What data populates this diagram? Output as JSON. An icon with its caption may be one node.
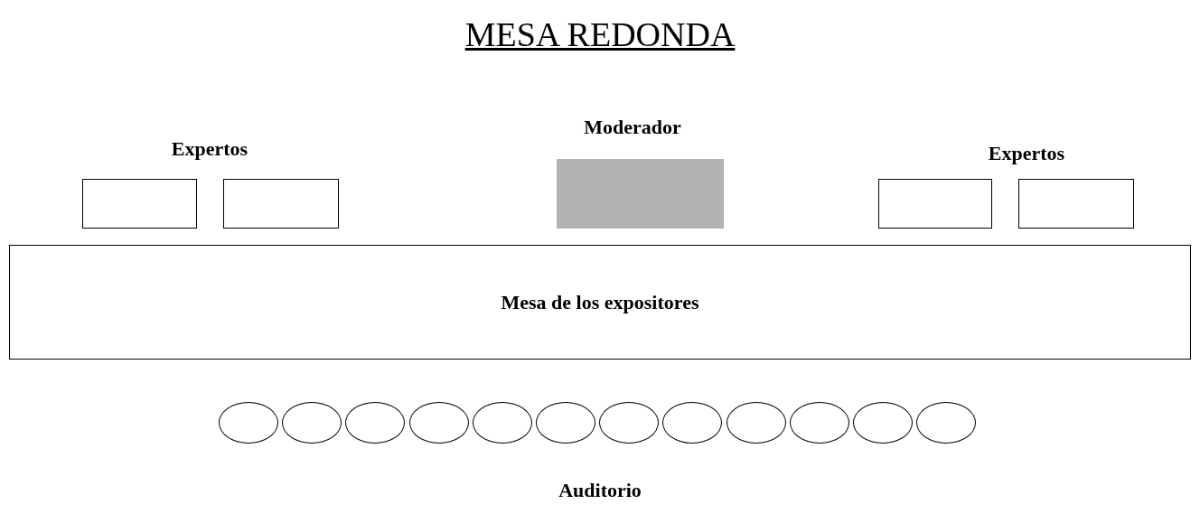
{
  "diagram": {
    "title": "MESA REDONDA",
    "nodes": [
      {
        "text": [],
        "shape": "box"
      },
      {
        "text": [],
        "shape": "box"
      },
      {
        "text": [],
        "shape": "box"
      },
      {
        "text": [],
        "shape": "box"
      },
      {
        "text": [],
        "shape": "box"
      },
      {
        "text": [
          "Mesa de los expositores"
        ]
      },
      {
        "text": [],
        "shape": "circle"
      },
      {
        "text": [],
        "shape": "circle"
      },
      {
        "text": [],
        "shape": "circle"
      },
      {
        "text": [],
        "shape": "circle"
      },
      {
        "text": [],
        "shape": "circle"
      },
      {
        "text": [],
        "shape": "circle"
      },
      {
        "text": [],
        "shape": "circle"
      },
      {
        "text": [],
        "shape": "circle"
      },
      {
        "text": [],
        "shape": "circle"
      },
      {
        "text": [],
        "shape": "circle"
      },
      {
        "text": [],
        "shape": "circle"
      },
      {
        "text": [],
        "shape": "circle"
      }
    ],
    "edges": [],
    "labels": [
      "Expertos",
      "Moderador",
      "Expertos",
      "Auditorio"
    ]
  }
}
